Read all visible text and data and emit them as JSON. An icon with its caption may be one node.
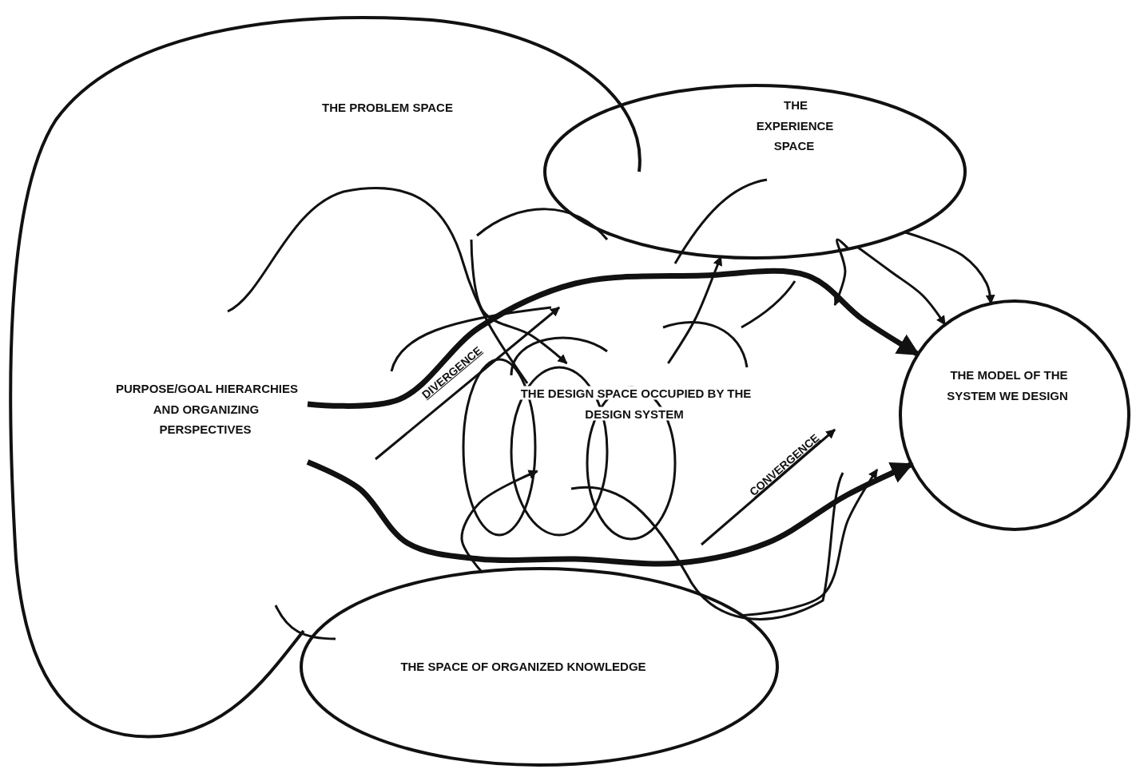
{
  "diagram": {
    "nodes": [
      {
        "text": [
          "THE PROBLEM SPACE"
        ]
      },
      {
        "text": [
          "PURPOSE/GOAL HIERARCHIES AND ORGANIZING PERSPECTIVES"
        ],
        "in": 0
      },
      {
        "text": [
          "THE EXPERIENCE SPACE"
        ]
      },
      {
        "text": [
          "THE DESIGN SPACE OCCUPIED BY THE DESIGN SYSTEM"
        ]
      },
      {
        "text": [
          "THE SPACE OF ORGANIZED KNOWLEDGE"
        ]
      },
      {
        "text": [
          "THE MODEL OF THE SYSTEM WE DESIGN"
        ]
      }
    ],
    "edges": [
      {
        "from": 1,
        "to": 5,
        "arrow": "to",
        "style": "thick"
      },
      {
        "from": 1,
        "to": 5,
        "arrow": "to",
        "style": "thick"
      },
      {
        "from": 2,
        "to": 5,
        "arrow": "to"
      },
      {
        "from": 2,
        "to": 5,
        "arrow": "to"
      },
      {
        "from": 3,
        "to": 2,
        "arrow": "to"
      },
      {
        "from": 4,
        "to": 3,
        "arrow": "to"
      },
      {
        "from": 2,
        "to": null,
        "arrow": "to"
      },
      {
        "from": 4,
        "to": null,
        "arrow": "to"
      },
      {
        "from": null,
        "to": 3,
        "arrow": "to"
      }
    ],
    "labels": [
      "DIVERGENCE",
      "CONVERGENCE"
    ]
  }
}
